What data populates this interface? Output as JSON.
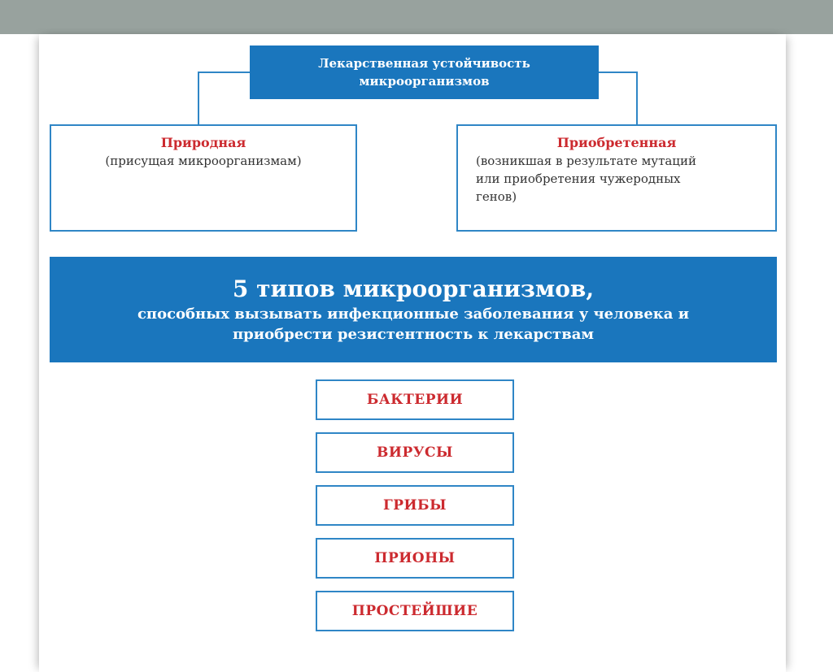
{
  "diagram": {
    "head": {
      "line1": "Лекарственная устойчивость",
      "line2": "микроорганизмов"
    },
    "natural": {
      "title": "Природная",
      "desc": "(присущая микроорганизмам)"
    },
    "acquired": {
      "title": "Приобретенная",
      "desc_lines": [
        "(возникшая в результате мутаций",
        "или приобретения чужеродных",
        "генов)"
      ]
    },
    "banner": {
      "title": "5 типов микроорганизмов,",
      "sub_lines": [
        "способных вызывать инфекционные заболевания у человека и",
        "приобрести резистентность к лекарствам"
      ]
    },
    "microorganisms": [
      "БАКТЕРИИ",
      "ВИРУСЫ",
      "ГРИБЫ",
      "ПРИОНЫ",
      "ПРОСТЕЙШИЕ"
    ]
  },
  "colors": {
    "box_blue": "#1a76bd",
    "border_blue": "#2f86c6",
    "title_red": "#cc2a2f",
    "top_bar_gray": "#98a29e"
  }
}
